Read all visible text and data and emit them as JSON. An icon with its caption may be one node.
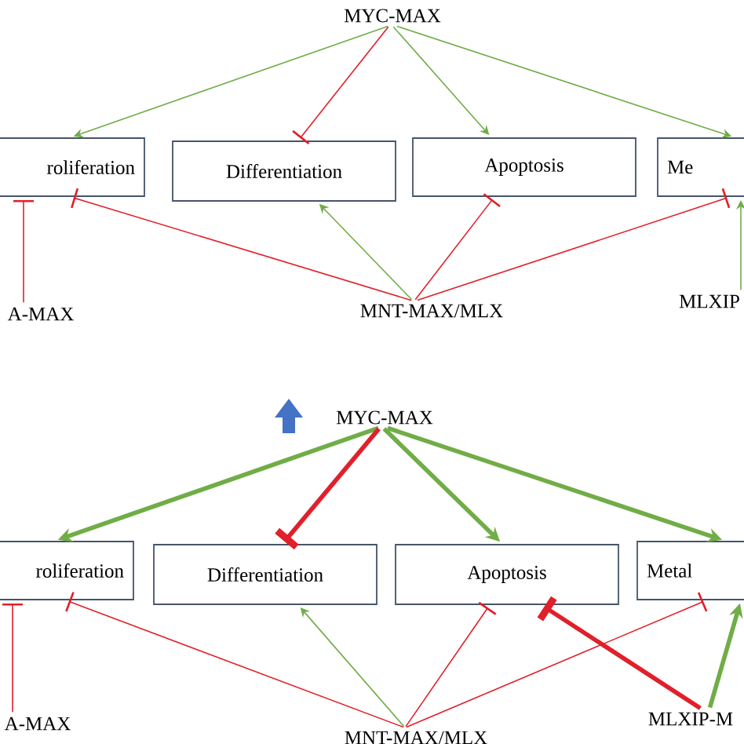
{
  "diagram": {
    "nodes": [
      {
        "text": [
          "MYC-MAX"
        ]
      },
      {
        "text": [
          "roliferation"
        ]
      },
      {
        "text": [
          "Differentiation"
        ]
      },
      {
        "text": [
          "Apoptosis"
        ]
      },
      {
        "text": [
          "Me"
        ]
      },
      {
        "text": [
          "A-MAX"
        ]
      },
      {
        "text": [
          "MNT-MAX/MLX"
        ]
      },
      {
        "text": [
          "MLXIP"
        ]
      },
      {
        "text": [
          "MYC-MAX"
        ]
      },
      {
        "text": [
          "roliferation"
        ]
      },
      {
        "text": [
          "Differentiation"
        ]
      },
      {
        "text": [
          "Apoptosis"
        ]
      },
      {
        "text": [
          "Metal"
        ]
      },
      {
        "text": [
          "A-MAX"
        ]
      },
      {
        "text": [
          "MNT-MAX/MLX"
        ]
      },
      {
        "text": [
          "MLXIP-M"
        ]
      }
    ],
    "edges": [
      {
        "from": 0,
        "to": 1,
        "arrow": "to",
        "color": "#70ad47"
      },
      {
        "from": 0,
        "to": 2,
        "arrow": "other"
      },
      {
        "from": 0,
        "to": 3,
        "arrow": "to",
        "color": "#70ad47"
      },
      {
        "from": 0,
        "to": 4,
        "arrow": "to",
        "color": "#70ad47"
      },
      {
        "from": 5,
        "to": 1,
        "arrow": "other"
      },
      {
        "from": 6,
        "to": 1,
        "arrow": "other"
      },
      {
        "from": 6,
        "to": 2,
        "arrow": "to",
        "color": "#70ad47"
      },
      {
        "from": 6,
        "to": 3,
        "arrow": "other"
      },
      {
        "from": 6,
        "to": 4,
        "arrow": "other"
      },
      {
        "from": 7,
        "to": 4,
        "arrow": "to",
        "color": "#70ad47"
      },
      {
        "from": 8,
        "to": 9,
        "arrow": "to",
        "style": "thick",
        "color": "#70ad47"
      },
      {
        "from": 8,
        "to": 10,
        "arrow": "other",
        "style": "thick"
      },
      {
        "from": 8,
        "to": 11,
        "arrow": "to",
        "style": "thick",
        "color": "#70ad47"
      },
      {
        "from": 8,
        "to": 12,
        "arrow": "to",
        "style": "thick",
        "color": "#70ad47"
      },
      {
        "from": 13,
        "to": 9,
        "arrow": "other"
      },
      {
        "from": 14,
        "to": 9,
        "arrow": "other"
      },
      {
        "from": 14,
        "to": 10,
        "arrow": "to",
        "color": "#70ad47"
      },
      {
        "from": 14,
        "to": 11,
        "arrow": "other"
      },
      {
        "from": 14,
        "to": 12,
        "arrow": "other"
      },
      {
        "from": 15,
        "to": 11,
        "arrow": "other",
        "style": "thick"
      },
      {
        "from": 15,
        "to": 12,
        "arrow": "to",
        "style": "thick",
        "color": "#70ad47"
      }
    ]
  }
}
